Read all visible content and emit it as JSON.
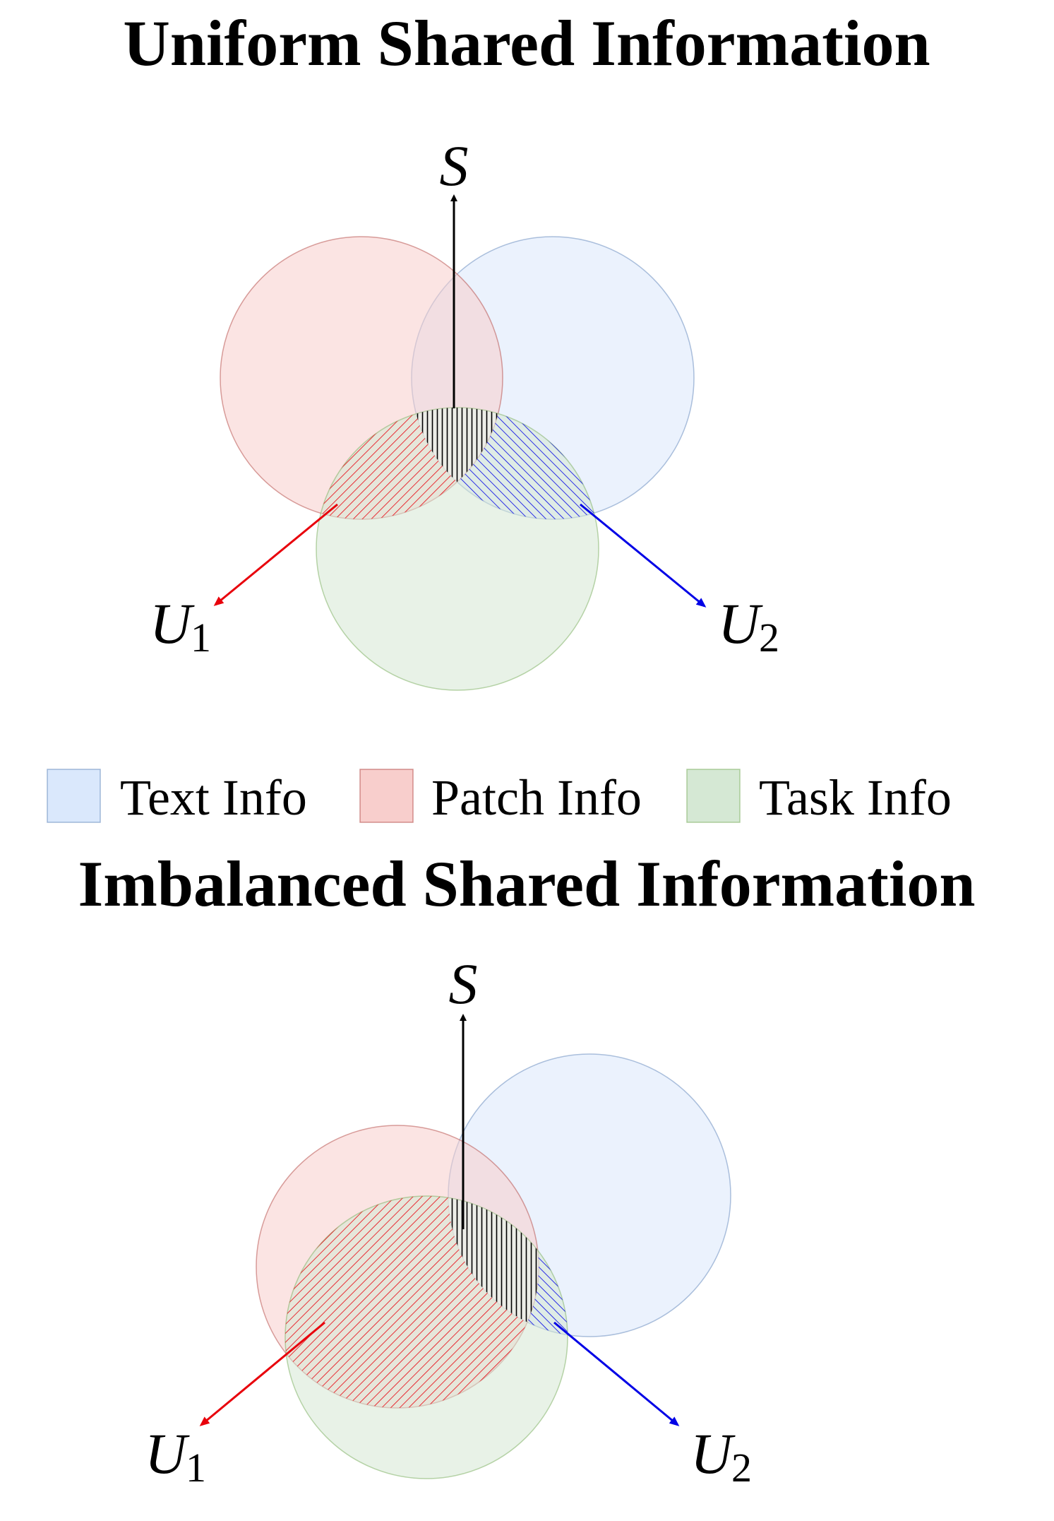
{
  "top_panel": {
    "title": "Uniform Shared Information",
    "labels": {
      "shared": "S",
      "unique_1": "U",
      "unique_1_sub": "1",
      "unique_2": "U",
      "unique_2_sub": "2"
    }
  },
  "legend": {
    "items": [
      {
        "label": "Text Info",
        "color": "#dae8fc",
        "stroke": "#6c8ebf"
      },
      {
        "label": "Patch Info",
        "color": "#f8cecc",
        "stroke": "#b85450"
      },
      {
        "label": "Task Info",
        "color": "#d5e8d4",
        "stroke": "#82b366"
      }
    ]
  },
  "bottom_panel": {
    "title": "Imbalanced Shared Information",
    "labels": {
      "shared": "S",
      "unique_1": "U",
      "unique_1_sub": "1",
      "unique_2": "U",
      "unique_2_sub": "2"
    }
  },
  "colors": {
    "text_fill": "#dae8fc",
    "patch_fill": "#f8cecc",
    "task_fill": "#d5e8d4",
    "shared_hatch": "#000000",
    "unique_1_hatch": "#e8000b",
    "unique_2_hatch": "#0000e6",
    "arrow_u1": "#e8000b",
    "arrow_u2": "#0000e6",
    "arrow_s": "#000000"
  }
}
